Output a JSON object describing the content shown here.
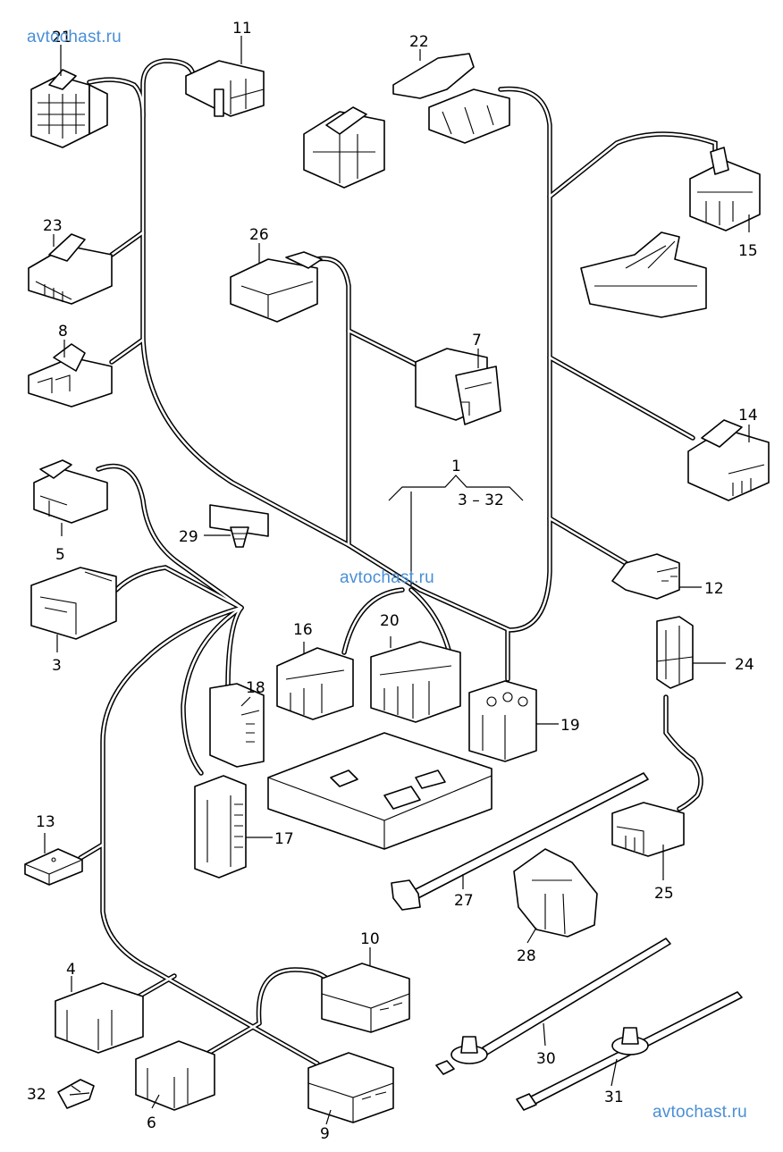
{
  "diagram": {
    "title": "Wiring harness parts diagram",
    "assembly": {
      "callout": "1",
      "range": "3 – 32"
    },
    "watermarks": [
      "avtochast.ru",
      "avtochast.ru",
      "avtochast.ru"
    ],
    "parts": [
      {
        "id": "3",
        "name": "connector"
      },
      {
        "id": "4",
        "name": "connector housing"
      },
      {
        "id": "5",
        "name": "connector"
      },
      {
        "id": "6",
        "name": "connector housing"
      },
      {
        "id": "7",
        "name": "connector"
      },
      {
        "id": "8",
        "name": "connector"
      },
      {
        "id": "9",
        "name": "connector"
      },
      {
        "id": "10",
        "name": "connector"
      },
      {
        "id": "11",
        "name": "connector"
      },
      {
        "id": "12",
        "name": "connector"
      },
      {
        "id": "13",
        "name": "connector"
      },
      {
        "id": "14",
        "name": "connector"
      },
      {
        "id": "15",
        "name": "connector"
      },
      {
        "id": "16",
        "name": "connector"
      },
      {
        "id": "17",
        "name": "multi-pin connector"
      },
      {
        "id": "18",
        "name": "connector"
      },
      {
        "id": "19",
        "name": "connector"
      },
      {
        "id": "20",
        "name": "connector"
      },
      {
        "id": "21",
        "name": "connector"
      },
      {
        "id": "22",
        "name": "connector"
      },
      {
        "id": "23",
        "name": "connector"
      },
      {
        "id": "24",
        "name": "connector"
      },
      {
        "id": "25",
        "name": "connector"
      },
      {
        "id": "26",
        "name": "connector"
      },
      {
        "id": "27",
        "name": "cable tie"
      },
      {
        "id": "28",
        "name": "clip"
      },
      {
        "id": "29",
        "name": "spreader rivet"
      },
      {
        "id": "30",
        "name": "cable tie with clip"
      },
      {
        "id": "31",
        "name": "cable tie with clip"
      },
      {
        "id": "32",
        "name": "clip"
      }
    ]
  }
}
